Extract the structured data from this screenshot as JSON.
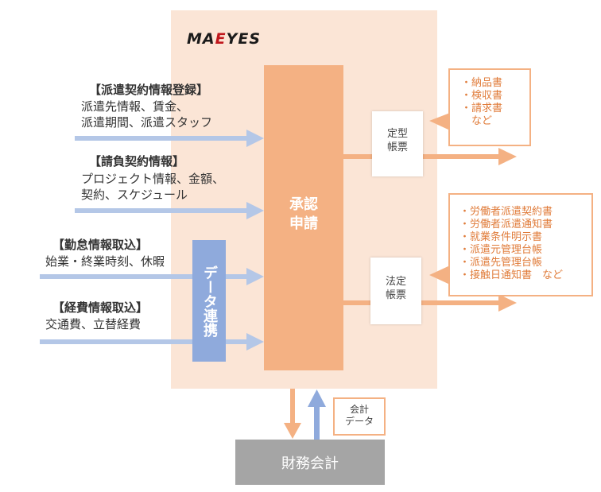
{
  "logo": {
    "pre": "MA",
    "mid": "E",
    "post": "YES"
  },
  "inputs": [
    {
      "heading": "【派遣契約情報登録】",
      "lines": [
        "派遣先情報、賃金、",
        "派遣期間、派遣スタッフ"
      ]
    },
    {
      "heading": "【請負契約情報】",
      "lines": [
        "プロジェクト情報、金額、",
        "契約、スケジュール"
      ]
    },
    {
      "heading": "【勤怠情報取込】",
      "lines": [
        "始業・終業時刻、休暇"
      ]
    },
    {
      "heading": "【経費情報取込】",
      "lines": [
        "交通費、立替経費"
      ]
    }
  ],
  "data_link_label": "データ連携",
  "approval": {
    "line1": "承認",
    "line2": "申請"
  },
  "fixed_form": {
    "line1": "定型",
    "line2": "帳票",
    "items": [
      "・納品書",
      "・検収書",
      "・請求書",
      "　など"
    ]
  },
  "legal_form": {
    "line1": "法定",
    "line2": "帳票",
    "items": [
      "・労働者派遣契約書",
      "・労働者派遣通知書",
      "・就業条件明示書",
      "・派遣元管理台帳",
      "・派遣先管理台帳",
      "・接触日通知書　など"
    ]
  },
  "finance": {
    "label": "財務会計"
  },
  "accounting_data": {
    "line1": "会計",
    "line2": "データ"
  },
  "colors": {
    "panel": "#fbe5d6",
    "approval": "#f4b183",
    "data_link": "#8faadc",
    "input_arrow": "#b4c7e7",
    "output_arrow": "#f4b183",
    "finance": "#a5a5a5"
  }
}
